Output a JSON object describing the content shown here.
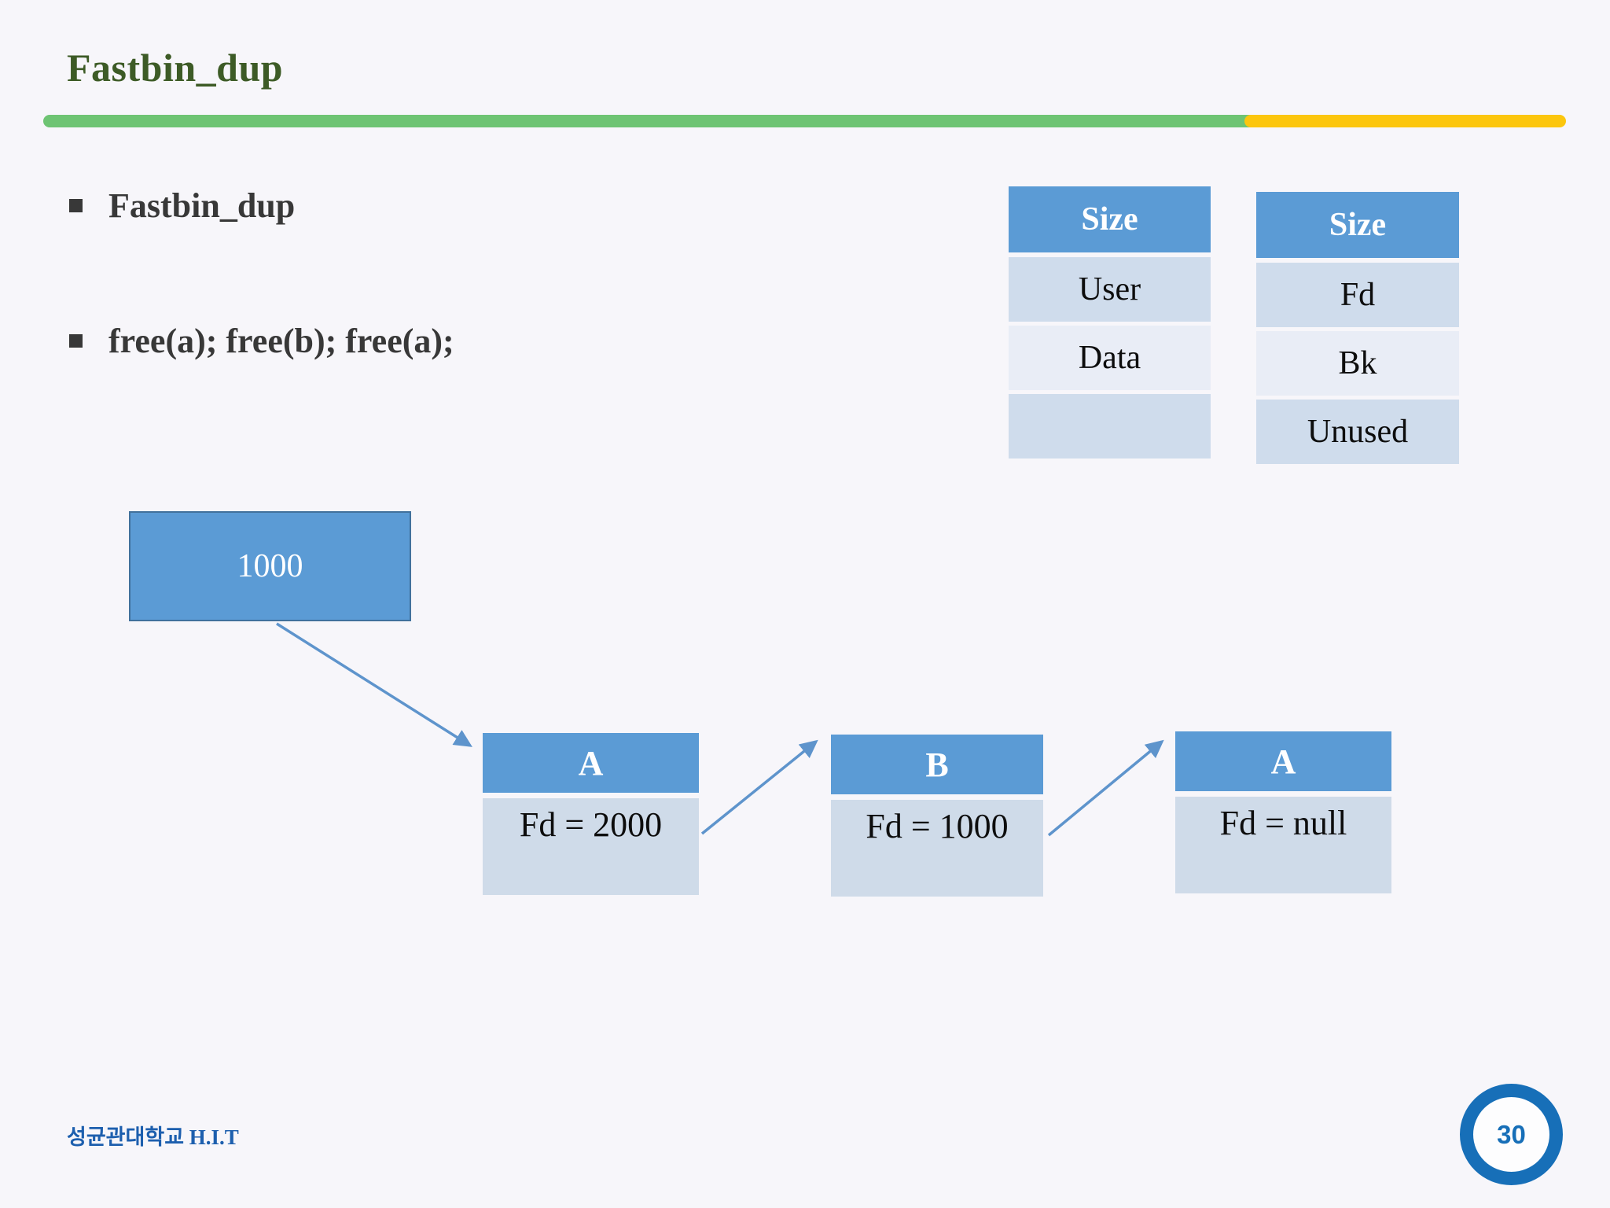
{
  "slide": {
    "title": "Fastbin_dup",
    "bullets": [
      "Fastbin_dup",
      "free(a); free(b); free(a);"
    ],
    "footer": "성균관대학교 H.I.T",
    "page_number": "30"
  },
  "tables": [
    {
      "header": "Size",
      "rows": [
        "User",
        "Data",
        ""
      ]
    },
    {
      "header": "Size",
      "rows": [
        "Fd",
        "Bk",
        "Unused"
      ]
    }
  ],
  "diagram": {
    "head": {
      "label": "1000"
    },
    "chunks": [
      {
        "label": "A",
        "fd": "Fd = 2000"
      },
      {
        "label": "B",
        "fd": "Fd = 1000"
      },
      {
        "label": "A",
        "fd": "Fd = null"
      }
    ],
    "arrows": [
      {
        "from": "1000",
        "to": "A"
      },
      {
        "from": "A",
        "to": "B"
      },
      {
        "from": "B",
        "to": "A"
      }
    ]
  },
  "colors": {
    "accent-blue": "#5b9bd5",
    "box-border": "#41719c",
    "row-light": "#cfdcec",
    "row-lighter": "#e9edf6",
    "chunk-body": "#cfdbe9",
    "bar-green": "#6ec473",
    "bar-yellow": "#fcc60d",
    "title-green": "#3d5b26",
    "text-dark": "#383838",
    "footer-blue": "#1d5fae",
    "page-blue": "#176fb8",
    "arrow-blue": "#5e94cc",
    "background": "#f7f6fa"
  }
}
